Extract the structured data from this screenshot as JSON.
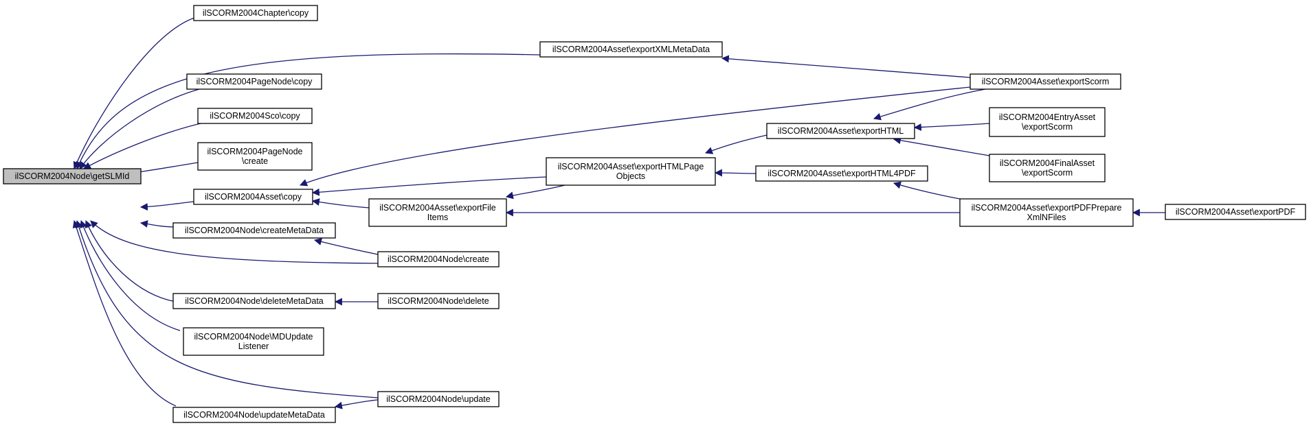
{
  "graph": {
    "title": "",
    "edge_color": "#191970",
    "root_fill": "#bfbfbf",
    "nodes": [
      {
        "id": "root",
        "lines": [
          "ilSCORM2004Node\\getSLMId"
        ],
        "root": true
      },
      {
        "id": "chapter_copy",
        "lines": [
          "ilSCORM2004Chapter\\copy"
        ]
      },
      {
        "id": "asset_exportXMLMetaData",
        "lines": [
          "ilSCORM2004Asset\\exportXMLMetaData"
        ]
      },
      {
        "id": "pagenode_copy",
        "lines": [
          "ilSCORM2004PageNode\\copy"
        ]
      },
      {
        "id": "sco_copy",
        "lines": [
          "ilSCORM2004Sco\\copy"
        ]
      },
      {
        "id": "pagenode_create",
        "lines": [
          "ilSCORM2004PageNode",
          "\\create"
        ]
      },
      {
        "id": "asset_copy",
        "lines": [
          "ilSCORM2004Asset\\copy"
        ]
      },
      {
        "id": "node_createMetaData",
        "lines": [
          "ilSCORM2004Node\\createMetaData"
        ]
      },
      {
        "id": "node_deleteMetaData",
        "lines": [
          "ilSCORM2004Node\\deleteMetaData"
        ]
      },
      {
        "id": "node_MDUpdateListener",
        "lines": [
          "ilSCORM2004Node\\MDUpdate",
          "Listener"
        ]
      },
      {
        "id": "node_updateMetaData",
        "lines": [
          "ilSCORM2004Node\\updateMetaData"
        ]
      },
      {
        "id": "asset_exportHTMLPageObjects",
        "lines": [
          "ilSCORM2004Asset\\exportHTMLPage",
          "Objects"
        ]
      },
      {
        "id": "asset_exportFileItems",
        "lines": [
          "ilSCORM2004Asset\\exportFile",
          "Items"
        ]
      },
      {
        "id": "node_create",
        "lines": [
          "ilSCORM2004Node\\create"
        ]
      },
      {
        "id": "node_delete",
        "lines": [
          "ilSCORM2004Node\\delete"
        ]
      },
      {
        "id": "node_update",
        "lines": [
          "ilSCORM2004Node\\update"
        ]
      },
      {
        "id": "asset_exportHTML",
        "lines": [
          "ilSCORM2004Asset\\exportHTML"
        ]
      },
      {
        "id": "asset_exportHTML4PDF",
        "lines": [
          "ilSCORM2004Asset\\exportHTML4PDF"
        ]
      },
      {
        "id": "asset_exportScorm",
        "lines": [
          "ilSCORM2004Asset\\exportScorm"
        ]
      },
      {
        "id": "entryasset_exportScorm",
        "lines": [
          "ilSCORM2004EntryAsset",
          "\\exportScorm"
        ]
      },
      {
        "id": "finalasset_exportScorm",
        "lines": [
          "ilSCORM2004FinalAsset",
          "\\exportScorm"
        ]
      },
      {
        "id": "asset_exportPDFPrepareXmlNFiles",
        "lines": [
          "ilSCORM2004Asset\\exportPDFPrepare",
          "XmlNFiles"
        ]
      },
      {
        "id": "asset_exportPDF",
        "lines": [
          "ilSCORM2004Asset\\exportPDF"
        ]
      }
    ],
    "edges": [
      {
        "from": "chapter_copy",
        "to": "root"
      },
      {
        "from": "asset_exportXMLMetaData",
        "to": "root"
      },
      {
        "from": "pagenode_copy",
        "to": "root"
      },
      {
        "from": "sco_copy",
        "to": "root"
      },
      {
        "from": "pagenode_create",
        "to": "root"
      },
      {
        "from": "asset_copy",
        "to": "root"
      },
      {
        "from": "node_createMetaData",
        "to": "root"
      },
      {
        "from": "node_create",
        "to": "root"
      },
      {
        "from": "node_deleteMetaData",
        "to": "root"
      },
      {
        "from": "node_MDUpdateListener",
        "to": "root"
      },
      {
        "from": "node_update",
        "to": "root"
      },
      {
        "from": "node_updateMetaData",
        "to": "root"
      },
      {
        "from": "asset_exportHTMLPageObjects",
        "to": "asset_copy"
      },
      {
        "from": "asset_exportFileItems",
        "to": "asset_copy"
      },
      {
        "from": "asset_exportScorm",
        "to": "asset_copy"
      },
      {
        "from": "asset_exportScorm",
        "to": "asset_exportXMLMetaData"
      },
      {
        "from": "asset_exportHTML",
        "to": "asset_exportHTMLPageObjects"
      },
      {
        "from": "asset_exportHTML4PDF",
        "to": "asset_exportHTMLPageObjects"
      },
      {
        "from": "asset_exportHTMLPageObjects",
        "to": "asset_exportFileItems"
      },
      {
        "from": "asset_exportPDFPrepareXmlNFiles",
        "to": "asset_exportFileItems"
      },
      {
        "from": "asset_exportScorm",
        "to": "asset_exportHTML"
      },
      {
        "from": "entryasset_exportScorm",
        "to": "asset_exportHTML"
      },
      {
        "from": "finalasset_exportScorm",
        "to": "asset_exportHTML"
      },
      {
        "from": "asset_exportPDFPrepareXmlNFiles",
        "to": "asset_exportHTML4PDF"
      },
      {
        "from": "asset_exportPDF",
        "to": "asset_exportPDFPrepareXmlNFiles"
      },
      {
        "from": "node_create",
        "to": "node_createMetaData"
      },
      {
        "from": "node_delete",
        "to": "node_deleteMetaData"
      },
      {
        "from": "node_update",
        "to": "node_updateMetaData"
      }
    ]
  }
}
